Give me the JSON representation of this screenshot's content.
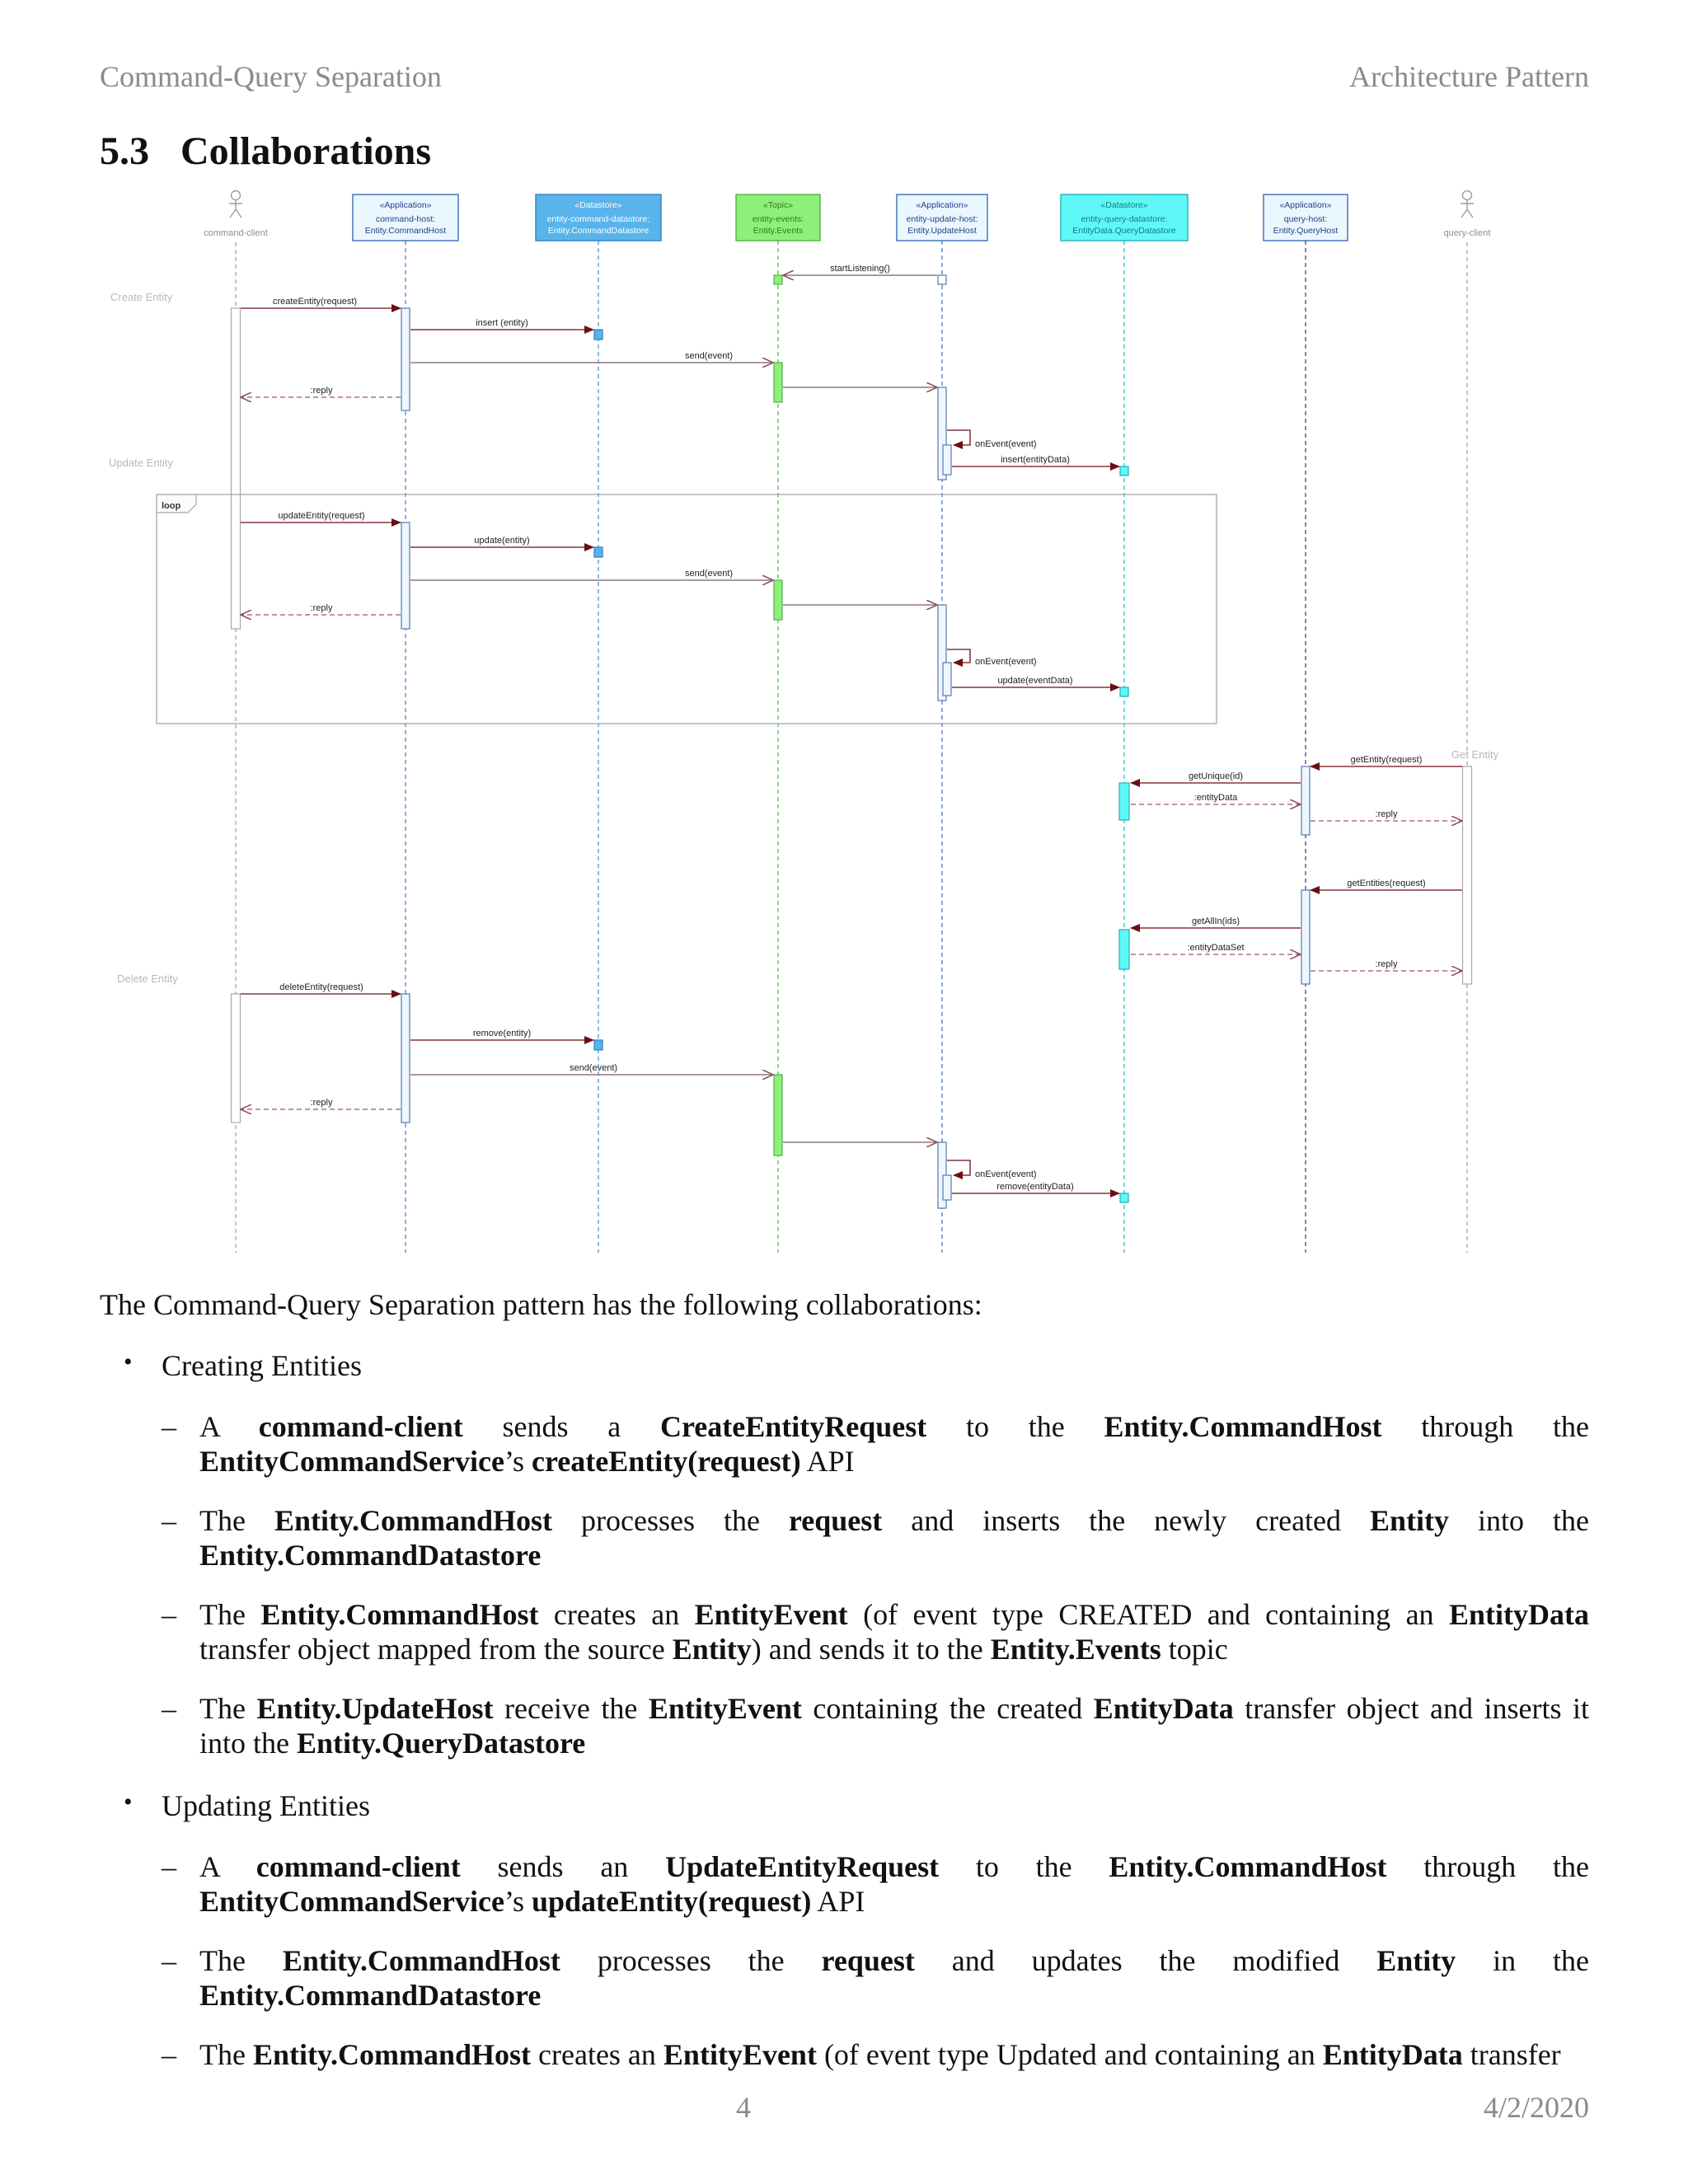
{
  "header": {
    "left": "Command-Query Separation",
    "right": "Architecture Pattern"
  },
  "section": {
    "number": "5.3",
    "title": "Collaborations"
  },
  "diagram": {
    "participants": [
      {
        "key": "cc",
        "kind": "actor",
        "name": "command-client",
        "color": "#9e9e9e"
      },
      {
        "key": "ch",
        "kind": "box",
        "stereotype": "«Application»",
        "line1": "command-host:",
        "line2": "Entity.CommandHost",
        "fill": "#eaf7ff",
        "stroke": "#3d6bb5",
        "text": "#1f3f8a",
        "color": "#4a73c4"
      },
      {
        "key": "cd",
        "kind": "box",
        "stereotype": "«Datastore»",
        "line1": "entity-command-datastore:",
        "line2": "Entity.CommandDatastore",
        "fill": "#58b4ea",
        "stroke": "#2f7fc0",
        "text": "#ffffff",
        "color": "#3d8fd0"
      },
      {
        "key": "ev",
        "kind": "box",
        "stereotype": "«Topic»",
        "line1": "entity-events:",
        "line2": "Entity.Events",
        "fill": "#8ef07a",
        "stroke": "#4fb043",
        "text": "#2d7a20",
        "color": "#4fb043"
      },
      {
        "key": "uh",
        "kind": "box",
        "stereotype": "«Application»",
        "line1": "entity-update-host:",
        "line2": "Entity.UpdateHost",
        "fill": "#eaf7ff",
        "stroke": "#3d6bb5",
        "text": "#1f3f8a",
        "color": "#3d6bb5"
      },
      {
        "key": "qd",
        "kind": "box",
        "stereotype": "«Datastore»",
        "line1": "entity-query-datastore:",
        "line2": "EntityData.QueryDatastore",
        "fill": "#5ff8f8",
        "stroke": "#20b0b8",
        "text": "#127a80",
        "color": "#20b0b8"
      },
      {
        "key": "qh",
        "kind": "box",
        "stereotype": "«Application»",
        "line1": "query-host:",
        "line2": "Entity.QueryHost",
        "fill": "#eaf7ff",
        "stroke": "#3d6bb5",
        "text": "#1f3f8a",
        "color": "#1f3f8a"
      },
      {
        "key": "qc",
        "kind": "actor",
        "name": "query-client",
        "color": "#9e9e9e"
      }
    ],
    "sections": [
      "Create Entity",
      "Update Entity",
      "Get Entity",
      "Delete Entity"
    ],
    "fragment": "loop",
    "messages": [
      {
        "label": "startListening()",
        "from": "uh",
        "to": "ev",
        "style": "async"
      },
      {
        "label": "createEntity(request)",
        "from": "cc",
        "to": "ch",
        "style": "sync"
      },
      {
        "label": "insert (entity)",
        "from": "ch",
        "to": "cd",
        "style": "sync"
      },
      {
        "label": "send(event)",
        "from": "ch",
        "to": "ev",
        "style": "async"
      },
      {
        "label": ":reply",
        "from": "ch",
        "to": "cc",
        "style": "reply"
      },
      {
        "label": "onEvent(event)",
        "from": "uh",
        "to": "uh",
        "style": "self"
      },
      {
        "label": "insert(entityData)",
        "from": "uh",
        "to": "qd",
        "style": "sync"
      },
      {
        "label": "updateEntity(request)",
        "from": "cc",
        "to": "ch",
        "style": "sync"
      },
      {
        "label": "update(entity)",
        "from": "ch",
        "to": "cd",
        "style": "sync"
      },
      {
        "label": "send(event)",
        "from": "ch",
        "to": "ev",
        "style": "async"
      },
      {
        "label": ":reply",
        "from": "ch",
        "to": "cc",
        "style": "reply"
      },
      {
        "label": "onEvent(event)",
        "from": "uh",
        "to": "uh",
        "style": "self"
      },
      {
        "label": "update(eventData)",
        "from": "uh",
        "to": "qd",
        "style": "sync"
      },
      {
        "label": "getEntity(request)",
        "from": "qc",
        "to": "qh",
        "style": "sync"
      },
      {
        "label": "getUnique(id)",
        "from": "qh",
        "to": "qd",
        "style": "sync"
      },
      {
        "label": ":entityData",
        "from": "qd",
        "to": "qh",
        "style": "reply"
      },
      {
        "label": ":reply",
        "from": "qh",
        "to": "qc",
        "style": "reply"
      },
      {
        "label": "getEntities(request)",
        "from": "qc",
        "to": "qh",
        "style": "sync"
      },
      {
        "label": "getAllIn(ids)",
        "from": "qh",
        "to": "qd",
        "style": "sync"
      },
      {
        "label": ":entityDataSet",
        "from": "qd",
        "to": "qh",
        "style": "reply"
      },
      {
        "label": ":reply",
        "from": "qh",
        "to": "qc",
        "style": "reply"
      },
      {
        "label": "deleteEntity(request)",
        "from": "cc",
        "to": "ch",
        "style": "sync"
      },
      {
        "label": "remove(entity)",
        "from": "ch",
        "to": "cd",
        "style": "sync"
      },
      {
        "label": "send(event)",
        "from": "ch",
        "to": "ev",
        "style": "async"
      },
      {
        "label": ":reply",
        "from": "ch",
        "to": "cc",
        "style": "reply"
      },
      {
        "label": "onEvent(event)",
        "from": "uh",
        "to": "uh",
        "style": "self"
      },
      {
        "label": "remove(entityData)",
        "from": "uh",
        "to": "qd",
        "style": "sync"
      }
    ]
  },
  "body": {
    "intro": "The Command-Query Separation pattern has the following collaborations:",
    "bullets": [
      {
        "title": "Creating Entities",
        "items": [
          [
            [
              "n",
              "A "
            ],
            [
              "b",
              "command-client"
            ],
            [
              "n",
              " sends a "
            ],
            [
              "b",
              "CreateEntityRequest"
            ],
            [
              "n",
              " to the "
            ],
            [
              "b",
              "Entity.CommandHost"
            ],
            [
              "n",
              " through the "
            ],
            [
              "b",
              "EntityCommandService"
            ],
            [
              "n",
              "’s "
            ],
            [
              "b",
              "createEntity(request)"
            ],
            [
              "n",
              "  API"
            ]
          ],
          [
            [
              "n",
              "The "
            ],
            [
              "b",
              "Entity.CommandHost"
            ],
            [
              "n",
              " processes the "
            ],
            [
              "b",
              "request"
            ],
            [
              "n",
              " and inserts the newly created "
            ],
            [
              "b",
              "Entity"
            ],
            [
              "n",
              " into the "
            ],
            [
              "b",
              "Entity.CommandDatastore"
            ]
          ],
          [
            [
              "n",
              "The "
            ],
            [
              "b",
              "Entity.CommandHost"
            ],
            [
              "n",
              " creates an "
            ],
            [
              "b",
              "EntityEvent"
            ],
            [
              "n",
              " (of event type CREATED and containing an "
            ],
            [
              "b",
              "EntityData"
            ],
            [
              "n",
              " transfer object mapped from the source "
            ],
            [
              "b",
              "Entity"
            ],
            [
              "n",
              ") and sends it to the "
            ],
            [
              "b",
              "Entity.Events"
            ],
            [
              "n",
              " topic"
            ]
          ],
          [
            [
              "n",
              "The "
            ],
            [
              "b",
              "Entity.UpdateHost"
            ],
            [
              "n",
              " receive the "
            ],
            [
              "b",
              "EntityEvent"
            ],
            [
              "n",
              " containing the created "
            ],
            [
              "b",
              "EntityData"
            ],
            [
              "n",
              " transfer object and inserts it into the "
            ],
            [
              "b",
              "Entity.QueryDatastore"
            ]
          ]
        ]
      },
      {
        "title": "Updating Entities",
        "items": [
          [
            [
              "n",
              "A "
            ],
            [
              "b",
              "command-client"
            ],
            [
              "n",
              " sends an "
            ],
            [
              "b",
              "UpdateEntityRequest"
            ],
            [
              "n",
              " to the "
            ],
            [
              "b",
              "Entity.CommandHost"
            ],
            [
              "n",
              " through the "
            ],
            [
              "b",
              "EntityCommandService"
            ],
            [
              "n",
              "’s "
            ],
            [
              "b",
              "updateEntity(request)"
            ],
            [
              "n",
              "  API"
            ]
          ],
          [
            [
              "n",
              "The "
            ],
            [
              "b",
              "Entity.CommandHost"
            ],
            [
              "n",
              " processes the "
            ],
            [
              "b",
              "request"
            ],
            [
              "n",
              " and updates the modified "
            ],
            [
              "b",
              "Entity"
            ],
            [
              "n",
              " in the "
            ],
            [
              "b",
              "Entity.CommandDatastore"
            ]
          ],
          [
            [
              "n",
              "The "
            ],
            [
              "b",
              "Entity.CommandHost"
            ],
            [
              "n",
              " creates an "
            ],
            [
              "b",
              "EntityEvent"
            ],
            [
              "n",
              " (of event type Updated and containing an "
            ],
            [
              "b",
              "EntityData"
            ],
            [
              "n",
              " transfer"
            ]
          ]
        ]
      }
    ]
  },
  "footer": {
    "page": "4",
    "date": "4/2/2020"
  }
}
